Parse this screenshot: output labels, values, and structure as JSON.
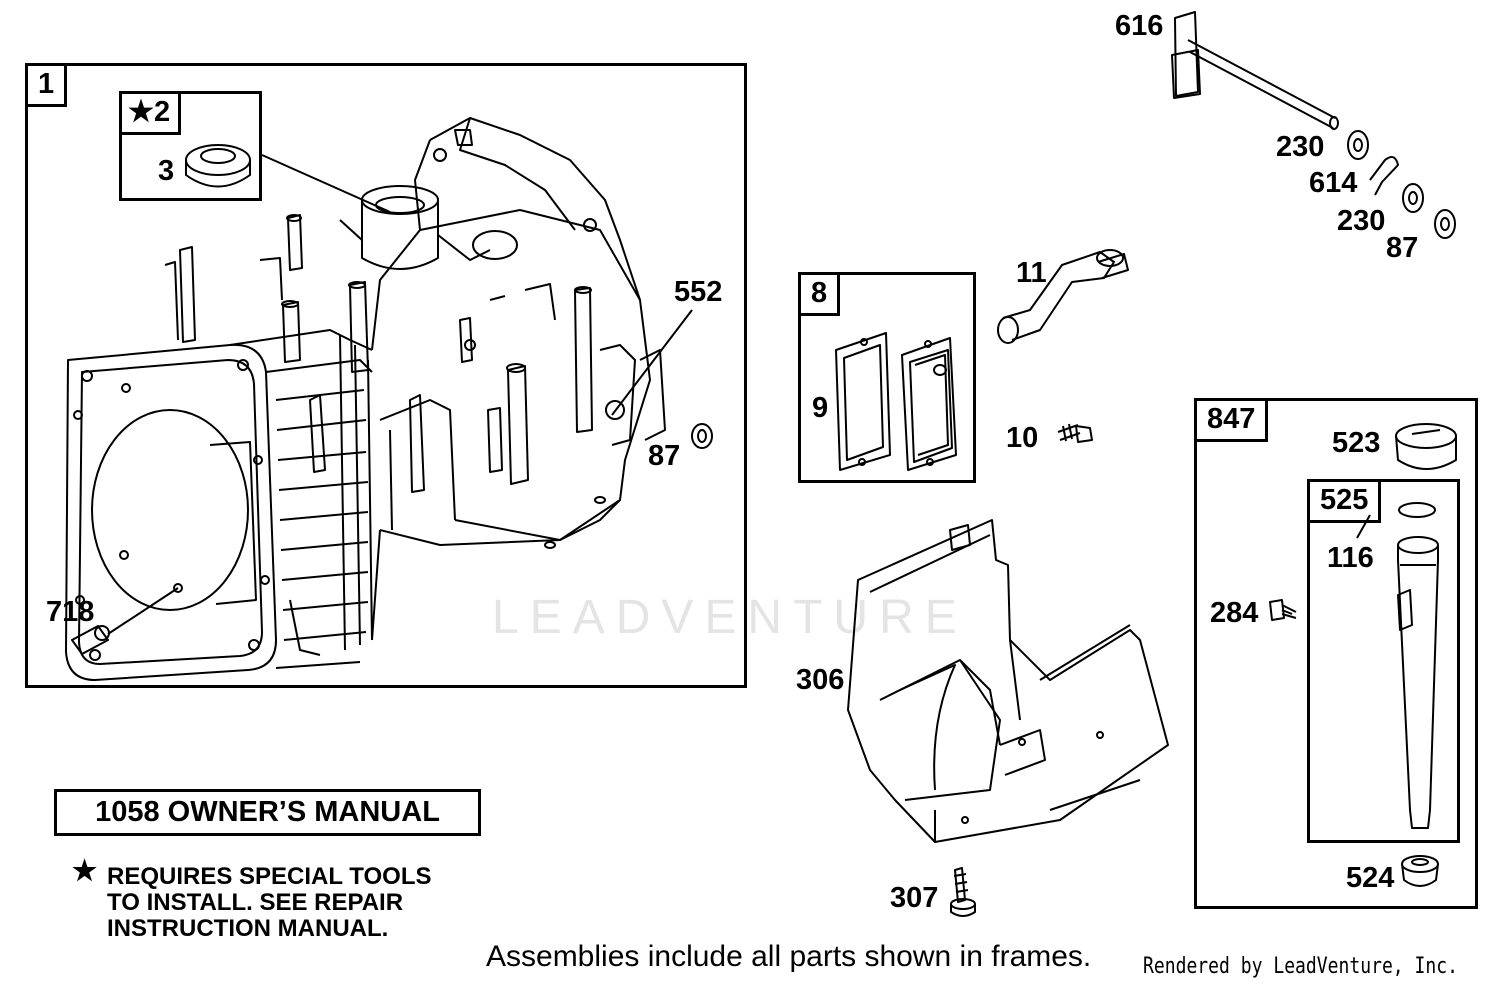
{
  "frames": {
    "f1": "1",
    "f2": "2",
    "f2_star": "★",
    "f8": "8",
    "f847": "847",
    "f525": "525"
  },
  "callouts": {
    "p616": "616",
    "p230a": "230",
    "p614": "614",
    "p230b": "230",
    "p87a": "87",
    "p3": "3",
    "p552": "552",
    "p87b": "87",
    "p718": "718",
    "p9": "9",
    "p11": "11",
    "p10": "10",
    "p523": "523",
    "p116": "116",
    "p284": "284",
    "p524": "524",
    "p306": "306",
    "p307": "307"
  },
  "manual_box": "1058 OWNER’S MANUAL",
  "note": {
    "symbol": "★",
    "line1": "REQUIRES SPECIAL TOOLS",
    "line2": "TO INSTALL.  SEE REPAIR",
    "line3": "INSTRUCTION MANUAL."
  },
  "footer": "Assemblies include all parts shown in frames.",
  "credit": "Rendered by LeadVenture, Inc.",
  "watermark": "LEADVENTURE"
}
